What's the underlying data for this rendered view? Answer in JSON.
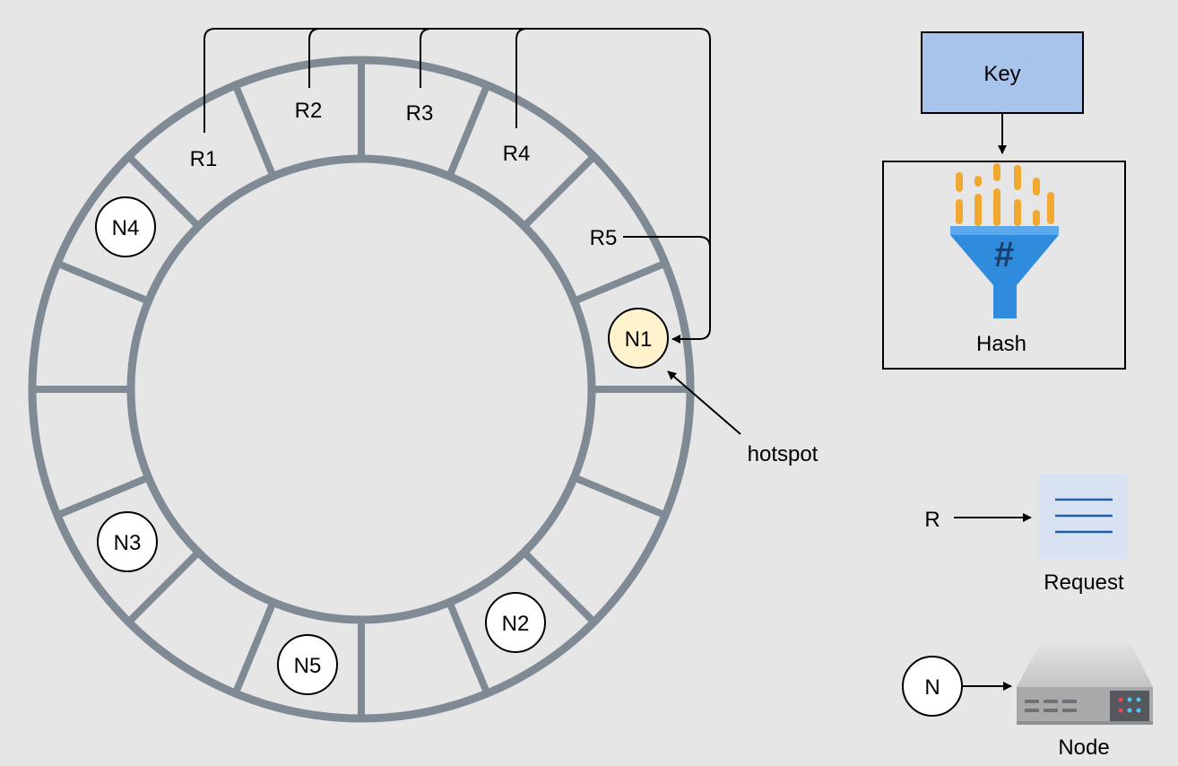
{
  "ring": {
    "segment_count": 16,
    "requests": [
      {
        "label": "R1",
        "angle_deg": -123.75
      },
      {
        "label": "R2",
        "angle_deg": -101.25
      },
      {
        "label": "R3",
        "angle_deg": -78.75
      },
      {
        "label": "R4",
        "angle_deg": -56.25
      },
      {
        "label": "R5",
        "angle_deg": -33.75
      }
    ],
    "nodes": [
      {
        "label": "N1",
        "angle_deg": -11.25,
        "hotspot": true
      },
      {
        "label": "N2",
        "angle_deg": 56.25,
        "hotspot": false
      },
      {
        "label": "N5",
        "angle_deg": 101.25,
        "hotspot": false
      },
      {
        "label": "N3",
        "angle_deg": 146.25,
        "hotspot": false
      },
      {
        "label": "N4",
        "angle_deg": -146.25,
        "hotspot": false
      }
    ]
  },
  "hotspot_label": "hotspot",
  "legend": {
    "key_label": "Key",
    "hash_label": "Hash",
    "request_symbol": "R",
    "request_label": "Request",
    "node_symbol": "N",
    "node_label": "Node"
  },
  "colors": {
    "background": "#e6e6e6",
    "ring_stroke": "#7f8a94",
    "hotspot_fill": "#fff2cc",
    "key_fill": "#a9c4eb",
    "funnel_blue": "#2f8bdc",
    "bits_orange": "#f0a830",
    "server_gray": "#c8c8c8"
  }
}
